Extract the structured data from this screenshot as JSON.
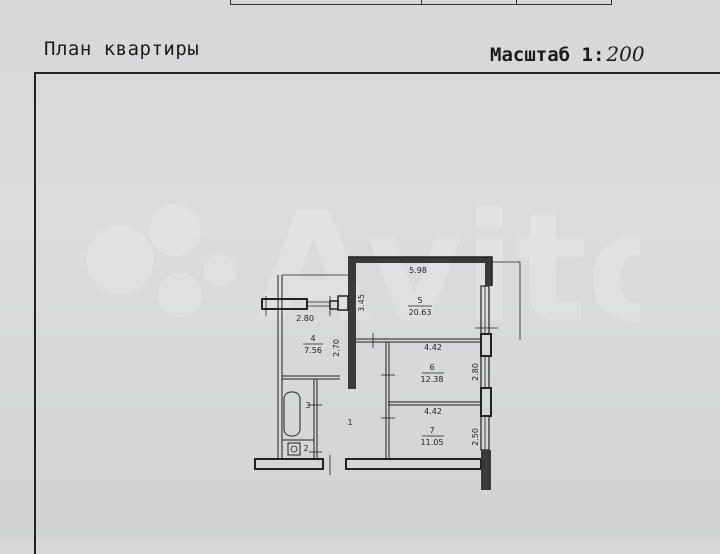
{
  "header": {
    "title": "План квартиры",
    "scale_label": "Масштаб 1:",
    "scale_value": "200"
  },
  "watermark": "Avito",
  "rooms": [
    {
      "number": "1",
      "area": ""
    },
    {
      "number": "2",
      "area": ""
    },
    {
      "number": "3",
      "area": ""
    },
    {
      "number": "4",
      "area": "7.56"
    },
    {
      "number": "5",
      "area": "20.63"
    },
    {
      "number": "6",
      "area": "12.38"
    },
    {
      "number": "7",
      "area": "11.05"
    }
  ],
  "dimensions": {
    "room5_width": "5.98",
    "room5_height": "3.45",
    "room4_width": "2.80",
    "room4_height": "2.70",
    "room6_width": "4.42",
    "room6_height": "2.80",
    "room7_width": "4.42",
    "room7_height": "2.50"
  },
  "colors": {
    "paper": "#d8d8da",
    "ink": "#1b1b1b"
  }
}
